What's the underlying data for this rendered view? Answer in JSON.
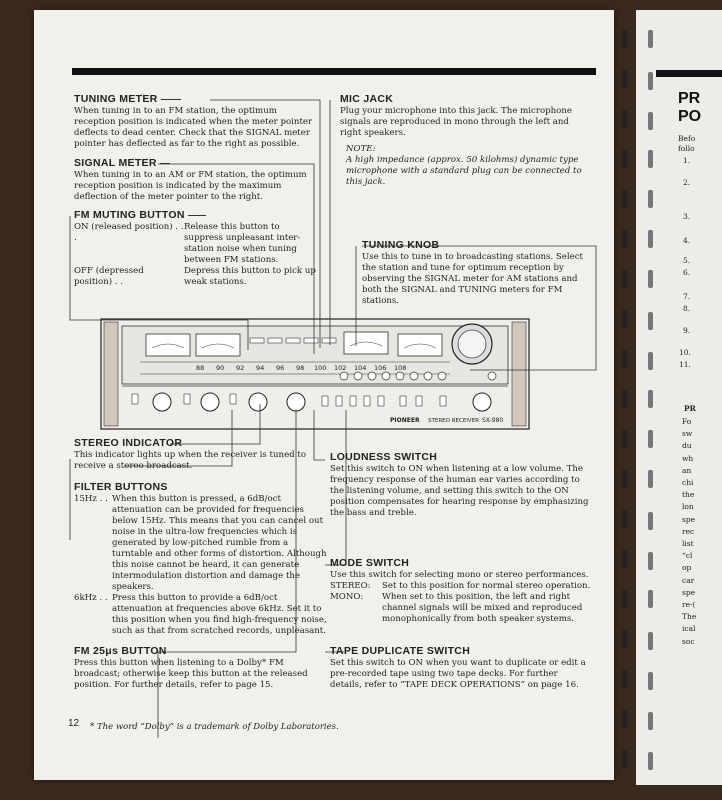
{
  "page": {
    "number": "12",
    "footnote": "* The word “Dolby” is a trademark of Dolby Laboratories."
  },
  "sections": {
    "tuning_meter": {
      "title": "TUNING METER",
      "body": "When tuning in to an FM station, the optimum reception position is indicated when the meter pointer deflects to dead center. Check that the SIGNAL meter pointer has deflected as far to the right as possible."
    },
    "signal_meter": {
      "title": "SIGNAL METER",
      "body": "When tuning in to an AM or FM station, the optimum reception position is indicated by the maximum deflection of the meter pointer to the right."
    },
    "fm_muting": {
      "title": "FM MUTING BUTTON",
      "on_key": "ON (released position) . . .",
      "on_val": "Release this button to suppress unpleasant inter-station noise when tuning between FM stations.",
      "off_key": "OFF (depressed position) . .",
      "off_val": "Depress this button to pick up weak stations."
    },
    "mic_jack": {
      "title": "MIC JACK",
      "body": "Plug your microphone into this jack. The microphone signals are reproduced in mono through the left and right speakers.",
      "note_label": "NOTE:",
      "note": "A high impedance (approx. 50 kilohms) dynamic type microphone with a standard plug can be connected to this jack."
    },
    "tuning_knob": {
      "title": "TUNING KNOB",
      "body": "Use this to tune in to broadcasting stations. Select the station and tune for optimum reception by observing the SIGNAL meter for AM stations and both the SIGNAL and TUNING meters for FM stations."
    },
    "stereo_indicator": {
      "title": "STEREO INDICATOR",
      "body": "This indicator lights up when the receiver is tuned to receive a stereo broadcast."
    },
    "filter_buttons": {
      "title": "FILTER BUTTONS",
      "k15": "15Hz . .",
      "v15": "When this button is pressed, a 6dB/oct attenuation can be provided for frequencies below 15Hz. This means that you can cancel out noise in the ultra-low frequencies which is generated by low-pitched rumble from a turntable and other forms of distortion. Although this noise cannot be heard, it can generate intermodulation distortion and damage the speakers.",
      "k6": "6kHz . .",
      "v6": "Press this button to provide a 6dB/oct attenuation at frequencies above 6kHz. Set it to this position when you find high-frequency noise, such as that from scratched records, unpleasant."
    },
    "fm25": {
      "title": "FM 25μs BUTTON",
      "body": "Press this button when listening to a Dolby* FM broadcast; otherwise keep this button at the released position. For further details, refer to page 15."
    },
    "loudness": {
      "title": "LOUDNESS SWITCH",
      "body": "Set this switch to ON when listening at a low volume. The frequency response of the human ear varies according to the listening volume, and setting this switch to the ON position compensates for hearing response by emphasizing the bass and treble."
    },
    "mode": {
      "title": "MODE SWITCH",
      "body": "Use this switch for selecting mono or stereo performances.",
      "k_st": "STEREO:",
      "v_st": "Set to this position for normal stereo operation.",
      "k_mo": "MONO:",
      "v_mo": "When set to this position, the left and right channel signals will be mixed and reproduced monophonically from both speaker systems."
    },
    "tape_dup": {
      "title": "TAPE DUPLICATE SWITCH",
      "body": "Set this switch to ON when you want to duplicate or edit a pre-recorded tape using two tape decks. For further details, refer to “TAPE DECK OPERATIONS” on page 16."
    }
  },
  "receiver": {
    "brand": "PIONEER",
    "label": "STEREO RECEIVER",
    "model": "SX-980",
    "dial_scale": [
      "88",
      "90",
      "92",
      "94",
      "96",
      "98",
      "100",
      "102",
      "104",
      "106",
      "108"
    ]
  },
  "right_page": {
    "heading1": "PR",
    "heading2": "PO",
    "lines": [
      "Befo",
      "follo"
    ],
    "numbers": [
      "1.",
      "2.",
      "3.",
      "4.",
      "5.",
      "6.",
      "7.",
      "8.",
      "9.",
      "10.",
      "11."
    ],
    "sub": "PR",
    "para": [
      "Fo",
      "sw",
      "du",
      "wh",
      "an",
      "chi",
      "the",
      "lon",
      "spe",
      "rec",
      "list",
      "“cl",
      "op",
      "car",
      "spe",
      "re-(",
      "The",
      "ical",
      "soc"
    ]
  }
}
